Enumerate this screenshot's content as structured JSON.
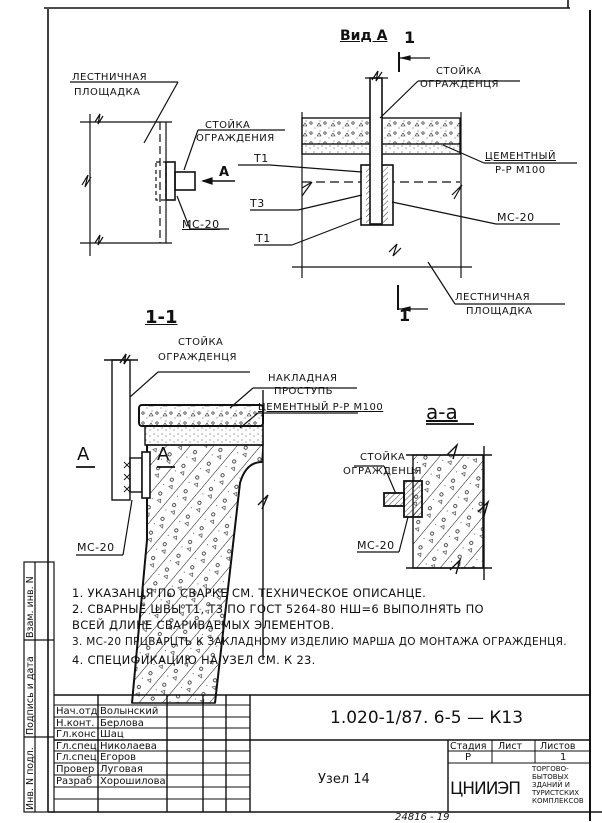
{
  "drawing": {
    "views": {
      "plan": {
        "label_landing": [
          "Лестничная",
          "площадка"
        ],
        "label_post": [
          "Стойка",
          "ограждения"
        ],
        "label_embed": "МС-20",
        "arrow_label": "А"
      },
      "view_a": {
        "title": "Вид А",
        "section_mark": "1",
        "label_post": [
          "Стойка",
          "огражденця"
        ],
        "label_mortar": [
          "Цементный",
          "р-р М100"
        ],
        "label_embed": "МС-20",
        "label_landing": [
          "Лестничная",
          "площадка"
        ],
        "welds": [
          "Т1",
          "Т3",
          "Т1"
        ]
      },
      "section_1_1": {
        "title": "1-1",
        "label_post": [
          "Стойка",
          "огражденця"
        ],
        "label_tread": [
          "Накладная",
          "проступь"
        ],
        "label_mortar": "Цементный р-р М100",
        "label_embed": "МС-20",
        "section_marks": [
          "а",
          "а"
        ]
      },
      "section_a_a": {
        "title": "а-а",
        "label_post": [
          "Стойка",
          "огражденця"
        ],
        "label_embed": "МС-20"
      }
    },
    "notes": [
      "1. Указанця по сварке см. техническое описанце.",
      "2. Сварные швы Т1, Т3 по ГОСТ 5264-80 hш=6 выполнять по",
      "всей длине свариваемых элементов.",
      "3. МС-20 прцварцть к закладному изделию марша до монтажа огражденця.",
      "4. Спецификацию на узел см. К 23."
    ],
    "side_stamp": [
      "Взам. инв. N",
      "Подпись и дата",
      "Инв. N подл."
    ]
  },
  "title_block": {
    "doc_code": "1.020-1/87. 6-5 — К13",
    "sheet_name": "Узел 14",
    "stage_header": "Стадия",
    "sheet_header": "Лист",
    "sheets_header": "Листов",
    "stage": "Р",
    "sheet": "",
    "sheets": "1",
    "org": "ЦНИИЭП",
    "org_sub": [
      "торгово-",
      "бытовых",
      "зданий и",
      "туристских",
      "комплексов"
    ],
    "staff": [
      {
        "role": "Нач.отд",
        "name": "Волынский"
      },
      {
        "role": "Н.конт.",
        "name": "Берлова"
      },
      {
        "role": "Гл.конс",
        "name": "Шац"
      },
      {
        "role": "Гл.спец",
        "name": "Николаева"
      },
      {
        "role": "Гл.спец",
        "name": "Егоров"
      },
      {
        "role": "Провер",
        "name": "Луговая"
      },
      {
        "role": "Разраб",
        "name": "Хорошилова"
      }
    ],
    "footer_number": "24816 - 19"
  }
}
